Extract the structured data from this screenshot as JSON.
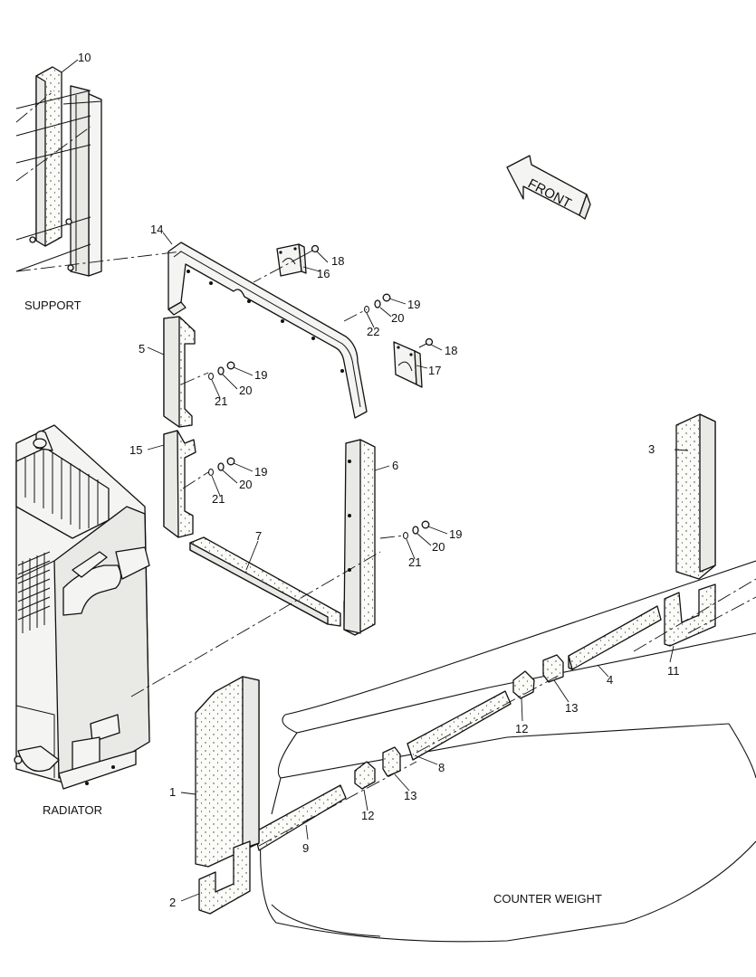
{
  "diagram": {
    "group_labels": {
      "support": "SUPPORT",
      "radiator": "RADIATOR",
      "counter_weight": "COUNTER WEIGHT"
    },
    "direction_arrow": "FRONT",
    "callouts": {
      "p1": "1",
      "p2": "2",
      "p3": "3",
      "p4": "4",
      "p5": "5",
      "p6": "6",
      "p7": "7",
      "p8": "8",
      "p9": "9",
      "p10": "10",
      "p11": "11",
      "p12a": "12",
      "p12b": "12",
      "p13a": "13",
      "p13b": "13",
      "p14": "14",
      "p15": "15",
      "p16": "16",
      "p17": "17",
      "p18a": "18",
      "p18b": "18",
      "p19a": "19",
      "p19b": "19",
      "p19c": "19",
      "p19d": "19",
      "p20a": "20",
      "p20b": "20",
      "p20c": "20",
      "p20d": "20",
      "p21a": "21",
      "p21b": "21",
      "p21c": "21",
      "p22": "22"
    }
  }
}
